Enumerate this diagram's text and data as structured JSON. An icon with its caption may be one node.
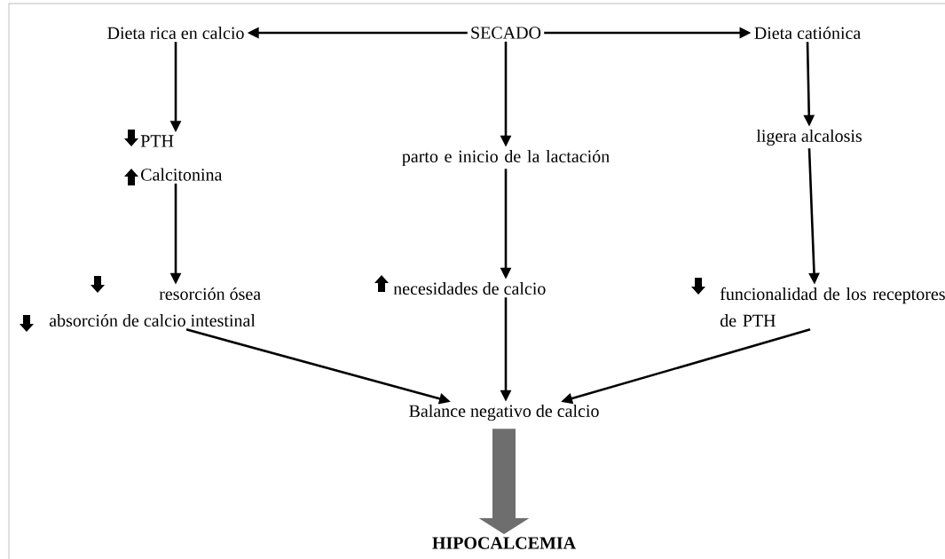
{
  "diagram": {
    "nodes": [
      {
        "text": [
          "SECADO"
        ]
      },
      {
        "text": [
          "Dieta rica en calcio"
        ]
      },
      {
        "text": [
          "Dieta catiónica"
        ]
      },
      {
        "text": [
          "PTH",
          "Calcitonina"
        ]
      },
      {
        "text": [
          "parto e inicio de la lactación"
        ]
      },
      {
        "text": [
          "ligera alcalosis"
        ]
      },
      {
        "text": [
          "resorción ósea",
          "absorción de calcio intestinal"
        ]
      },
      {
        "text": [
          "necesidades de calcio"
        ]
      },
      {
        "text": [
          "funcionalidad de los receptores de PTH"
        ]
      },
      {
        "text": [
          "Balance negativo de calcio"
        ]
      },
      {
        "text": [
          "HIPOCALCEMIA"
        ]
      }
    ],
    "edges": [
      {
        "from": 0,
        "to": 1,
        "arrow": "to"
      },
      {
        "from": 0,
        "to": 2,
        "arrow": "to"
      },
      {
        "from": 0,
        "to": 4,
        "arrow": "to"
      },
      {
        "from": 1,
        "to": 3,
        "arrow": "to"
      },
      {
        "from": 2,
        "to": 5,
        "arrow": "to"
      },
      {
        "from": 3,
        "to": 6,
        "arrow": "to"
      },
      {
        "from": 4,
        "to": 7,
        "arrow": "to"
      },
      {
        "from": 5,
        "to": 8,
        "arrow": "to"
      },
      {
        "from": 6,
        "to": 9,
        "arrow": "to"
      },
      {
        "from": 7,
        "to": 9,
        "arrow": "to"
      },
      {
        "from": 8,
        "to": 9,
        "arrow": "to"
      },
      {
        "from": 9,
        "to": 10,
        "arrow": "to",
        "style": "thick",
        "color": "#6e6e6e"
      }
    ]
  }
}
